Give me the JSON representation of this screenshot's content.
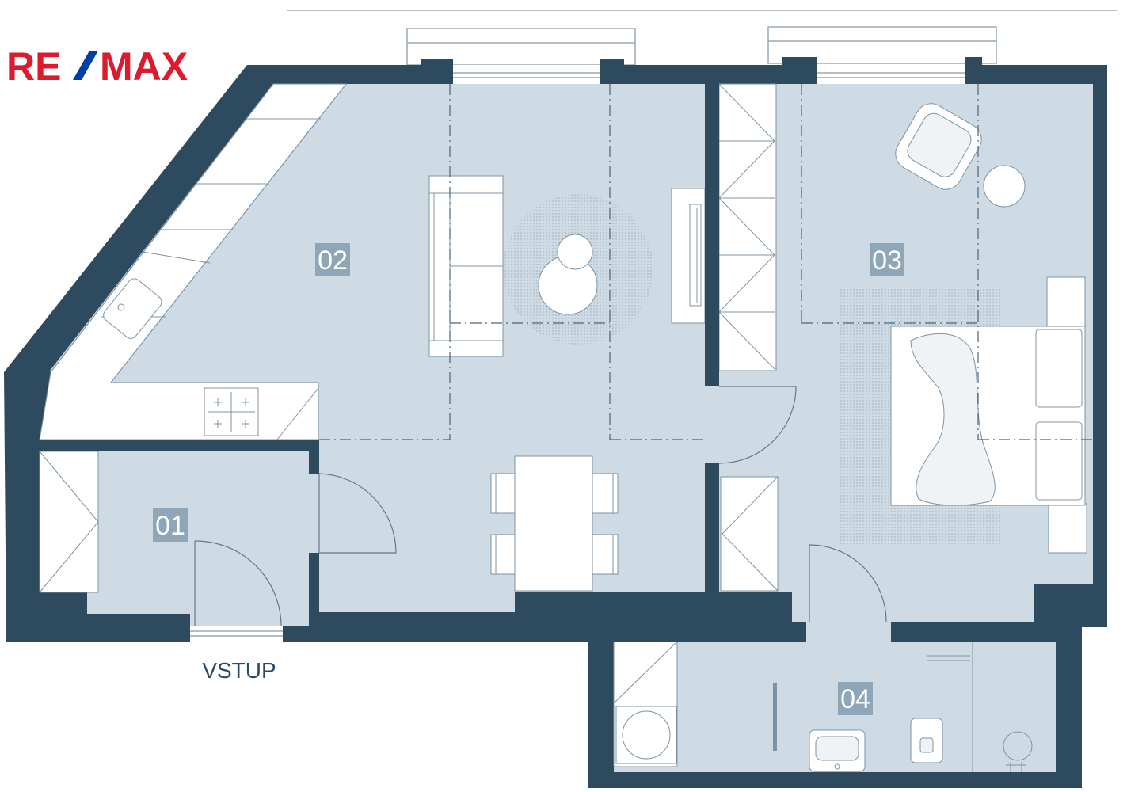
{
  "logo": {
    "left": "RE",
    "right": "MAX",
    "left_color": "#dc1c2e",
    "right_color": "#003da5"
  },
  "rooms": [
    {
      "id": "01"
    },
    {
      "id": "02"
    },
    {
      "id": "03"
    },
    {
      "id": "04"
    }
  ],
  "entrance_label": "VSTUP",
  "colors": {
    "wall": "#2e4a5e",
    "floor": "#cfdbe4",
    "fixture": "#ffffff",
    "line": "#5f7a8c",
    "label_bg": "#8ea6b8",
    "rug_dots": "#a5b8c6"
  }
}
